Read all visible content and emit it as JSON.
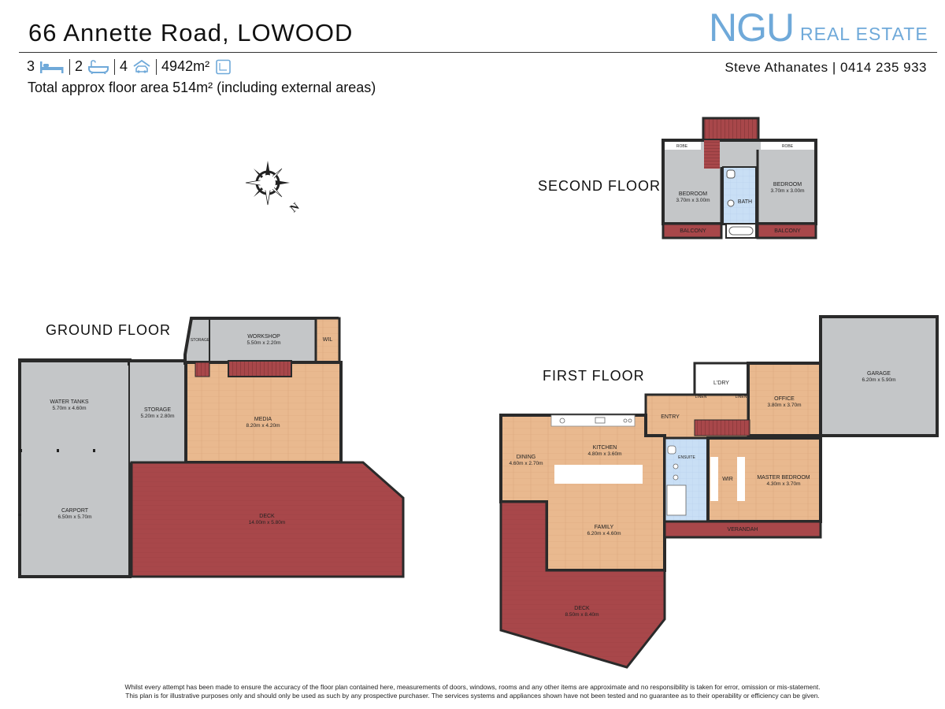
{
  "header": {
    "address": "66 Annette Road, LOWOOD",
    "logo_main": "NGU",
    "logo_sub": "REAL ESTATE",
    "agent": "Steve Athanates | 0414 235 933",
    "bedrooms": "3",
    "bathrooms": "2",
    "car_spaces": "4",
    "land_area": "4942m²",
    "floor_area_text": "Total approx floor area 514m² (including external areas)"
  },
  "floors": {
    "second": "SECOND FLOOR",
    "ground": "GROUND FLOOR",
    "first": "FIRST FLOOR"
  },
  "rooms": {
    "second": {
      "robe_left": "ROBE",
      "robe_right": "ROBE",
      "bedroom_left": "BEDROOM",
      "bedroom_left_dim": "3.70m x 3.00m",
      "bedroom_right": "BEDROOM",
      "bedroom_right_dim": "3.70m x 3.00m",
      "bath": "BATH",
      "balcony_left": "BALCONY",
      "balcony_right": "BALCONY"
    },
    "ground": {
      "workshop": "WORKSHOP",
      "workshop_dim": "5.50m x 2.20m",
      "storage_small": "STORAGE",
      "wil": "WIL",
      "water_tanks": "WATER TANKS",
      "water_tanks_dim": "5.70m x 4.60m",
      "storage": "STORAGE",
      "storage_dim": "5.20m x 2.80m",
      "media": "MEDIA",
      "media_dim": "8.20m x 4.20m",
      "carport": "CARPORT",
      "carport_dim": "6.50m x 5.70m",
      "deck": "DECK",
      "deck_dim": "14.00m x 5.80m"
    },
    "first": {
      "garage": "GARAGE",
      "garage_dim": "6.20m x 5.90m",
      "laundry": "L'DRY",
      "linen1": "LINEN",
      "linen2": "LINEN",
      "office": "OFFICE",
      "office_dim": "3.80m x 3.70m",
      "entry": "ENTRY",
      "kitchen": "KITCHEN",
      "kitchen_dim": "4.80m x 3.60m",
      "dining": "DINING",
      "dining_dim": "4.60m x 2.70m",
      "ensuite": "ENSUITE",
      "wir": "WIR",
      "master": "MASTER BEDROOM",
      "master_dim": "4.30m x 3.70m",
      "family": "FAMILY",
      "family_dim": "6.20m x 4.60m",
      "verandah": "VERANDAH",
      "deck": "DECK",
      "deck_dim": "8.50m x 8.40m"
    }
  },
  "compass_letter": "N",
  "disclaimer": {
    "line1": "Whilst every attempt has been made to ensure the accuracy of the floor plan contained here, measurements of doors, windows, rooms and any other items are approximate and no responsibility is taken for error, omission or mis-statement.",
    "line2": "This plan is for illustrative purposes only and should only be used as such by any prospective purchaser. The services systems and appliances shown have not been tested and no guarantee as to their operability or efficiency can be given."
  },
  "colors": {
    "brand": "#6fa9d9",
    "wood_floor": "#e9b98f",
    "deck": "#a8474a",
    "grey_room": "#c4c6c8",
    "carpet": "#a9abad",
    "tile": "#c9dff5",
    "wall": "#2a2a2a"
  }
}
